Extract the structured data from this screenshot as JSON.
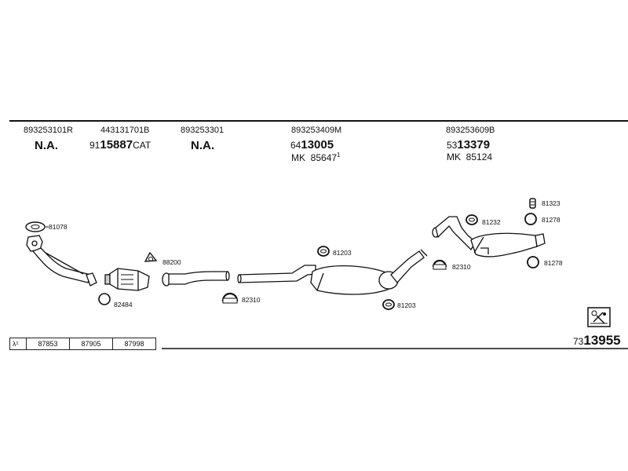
{
  "columns": [
    {
      "id": "c1",
      "part": "893253101R",
      "status": "N.A."
    },
    {
      "id": "c2",
      "part": "443131701B",
      "prefix": "91",
      "number": "15887",
      "suffix": "CAT"
    },
    {
      "id": "c3",
      "part": "893253301",
      "status": "N.A."
    },
    {
      "id": "c4",
      "part": "893253409M",
      "prefix": "64",
      "number": "13005",
      "mk_label": "MK",
      "mk_number": "85647",
      "mk_sup": "1"
    },
    {
      "id": "c5",
      "part": "893253609B",
      "prefix": "53",
      "number": "13379",
      "mk_label": "MK",
      "mk_number": "85124"
    }
  ],
  "callouts": {
    "c81078": "81078",
    "c82484": "82484",
    "c88200": "88200",
    "c82310a": "82310",
    "c81203a": "81203",
    "c81203b": "81203",
    "c82310b": "82310",
    "c81232": "81232",
    "c81323": "81323",
    "c81278a": "81278",
    "c81278b": "81278"
  },
  "bottom_table": {
    "symbol": "λ¹",
    "cells": [
      "87853",
      "87905",
      "87998"
    ]
  },
  "diagram_code": {
    "prefix": "73",
    "number": "13955"
  }
}
